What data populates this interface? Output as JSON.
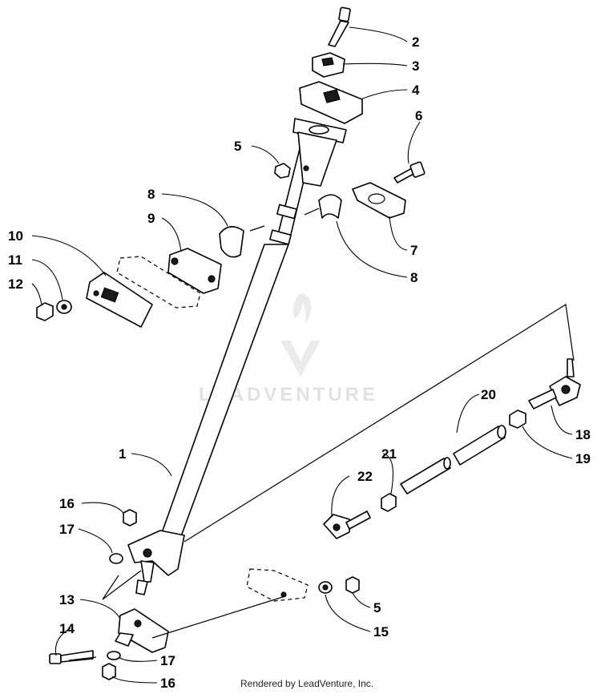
{
  "callouts": [
    {
      "id": "c2",
      "text": "2"
    },
    {
      "id": "c3",
      "text": "3"
    },
    {
      "id": "c4",
      "text": "4"
    },
    {
      "id": "c5a",
      "text": "5"
    },
    {
      "id": "c6",
      "text": "6"
    },
    {
      "id": "c7",
      "text": "7"
    },
    {
      "id": "c8a",
      "text": "8"
    },
    {
      "id": "c8b",
      "text": "8"
    },
    {
      "id": "c9",
      "text": "9"
    },
    {
      "id": "c10",
      "text": "10"
    },
    {
      "id": "c11",
      "text": "11"
    },
    {
      "id": "c12",
      "text": "12"
    },
    {
      "id": "c1",
      "text": "1"
    },
    {
      "id": "c16a",
      "text": "16"
    },
    {
      "id": "c17a",
      "text": "17"
    },
    {
      "id": "c13",
      "text": "13"
    },
    {
      "id": "c14",
      "text": "14"
    },
    {
      "id": "c17b",
      "text": "17"
    },
    {
      "id": "c16b",
      "text": "16"
    },
    {
      "id": "c20",
      "text": "20"
    },
    {
      "id": "c21",
      "text": "21"
    },
    {
      "id": "c22",
      "text": "22"
    },
    {
      "id": "c18",
      "text": "18"
    },
    {
      "id": "c19",
      "text": "19"
    },
    {
      "id": "c5b",
      "text": "5"
    },
    {
      "id": "c15",
      "text": "15"
    }
  ],
  "watermark": "LEADVENTURE",
  "footer": "Rendered by LeadVenture, Inc."
}
